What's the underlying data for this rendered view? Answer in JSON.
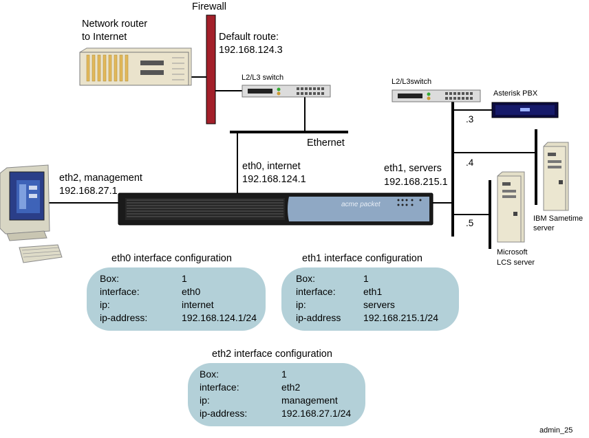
{
  "labels": {
    "firewall": "Firewall",
    "router_line1": "Network router",
    "router_line2": "to Internet",
    "default_route_line1": "Default route:",
    "default_route_line2": "192.168.124.3",
    "switch_left": "L2/L3 switch",
    "switch_right": "L2/L3switch",
    "ethernet": "Ethernet",
    "asterisk": "Asterisk PBX",
    "eth2_line1": "eth2, management",
    "eth2_line2": "192.168.27.1",
    "eth0_line1": "eth0, internet",
    "eth0_line2": "192.168.124.1",
    "eth1_line1": "eth1, servers",
    "eth1_line2": "192.168.215.1",
    "ip3": ".3",
    "ip4": ".4",
    "ip5": ".5",
    "ibm_line1": "IBM Sametime",
    "ibm_line2": "server",
    "ms_line1": "Microsoft",
    "ms_line2": "LCS server",
    "device_brand": "acme packet",
    "figure_id": "admin_25"
  },
  "configs": {
    "eth0": {
      "title": "eth0 interface  configuration",
      "rows": [
        {
          "key": "Box:",
          "value": "1"
        },
        {
          "key": "interface:",
          "value": "eth0"
        },
        {
          "key": "ip:",
          "value": "internet"
        },
        {
          "key": "ip-address:",
          "value": "192.168.124.1/24"
        }
      ]
    },
    "eth1": {
      "title": "eth1 interface  configuration",
      "rows": [
        {
          "key": "Box:",
          "value": "1"
        },
        {
          "key": "interface:",
          "value": "eth1"
        },
        {
          "key": "ip:",
          "value": "servers"
        },
        {
          "key": "ip-address",
          "value": "192.168.215.1/24"
        }
      ]
    },
    "eth2": {
      "title": "eth2 interface  configuration",
      "rows": [
        {
          "key": "Box:",
          "value": "1"
        },
        {
          "key": "interface:",
          "value": "eth2"
        },
        {
          "key": "ip:",
          "value": "management"
        },
        {
          "key": "ip-address:",
          "value": "192.168.27.1/24"
        }
      ]
    }
  },
  "colors": {
    "firewall": "#a3202a",
    "config_bubble": "#b3d0d8",
    "device_panel": "#8fa8c4",
    "router_body": "#eae3cc"
  }
}
